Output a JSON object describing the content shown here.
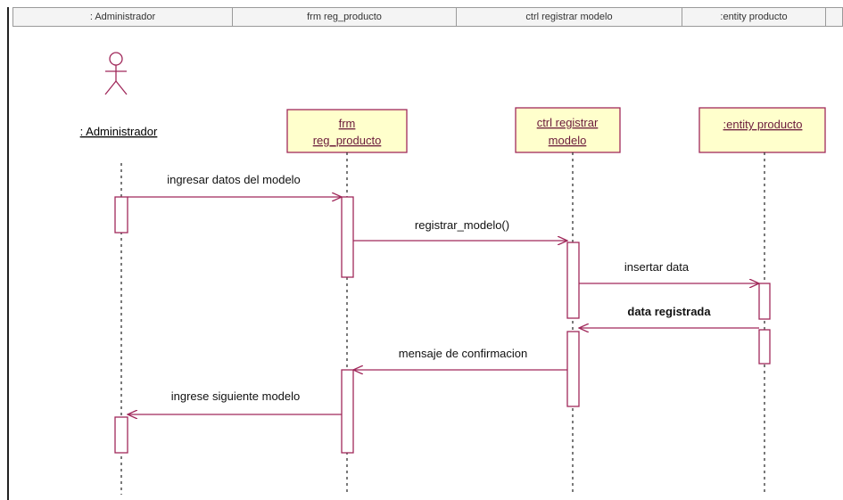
{
  "swimlanes": [
    ": Administrador",
    "frm reg_producto",
    "ctrl registrar modelo",
    ":entity producto",
    ""
  ],
  "actor": {
    "label": ": Administrador"
  },
  "lifelines": [
    {
      "id": "frm",
      "lines": [
        "frm",
        "reg_producto"
      ]
    },
    {
      "id": "ctrl",
      "lines": [
        "ctrl registrar",
        "modelo"
      ]
    },
    {
      "id": "entity",
      "lines": [
        ":entity producto"
      ]
    }
  ],
  "messages": [
    {
      "id": "m1",
      "label": "ingresar datos del modelo",
      "direction": "right"
    },
    {
      "id": "m2",
      "label": "registrar_modelo()",
      "direction": "right"
    },
    {
      "id": "m3",
      "label": "insertar data",
      "direction": "right"
    },
    {
      "id": "m4",
      "label": "data registrada",
      "direction": "left"
    },
    {
      "id": "m5",
      "label": "mensaje de confirmacion",
      "direction": "left"
    },
    {
      "id": "m6",
      "label": "ingrese siguiente modelo",
      "direction": "left"
    }
  ],
  "colors": {
    "object_fill": "#ffffcc",
    "object_border": "#a0285a",
    "message_line": "#a0285a",
    "activation_border": "#a0285a",
    "lifeline": "#222222"
  }
}
